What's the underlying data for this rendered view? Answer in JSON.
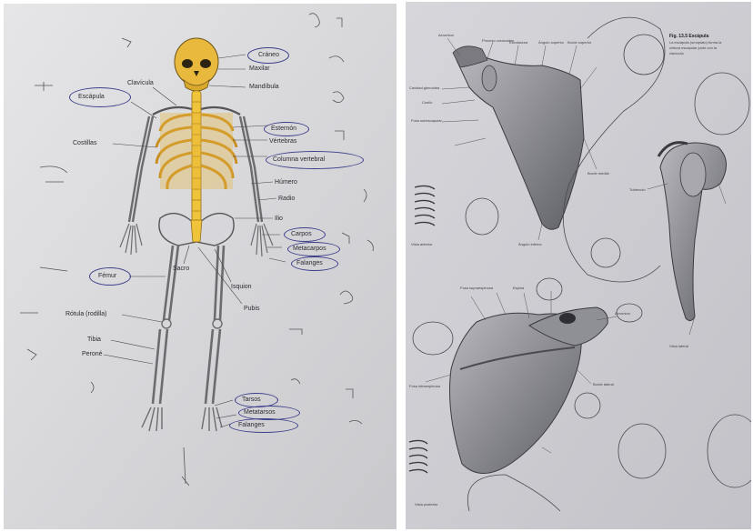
{
  "colors": {
    "paper_left": "#d9d9dc",
    "paper_right": "#cfcfd4",
    "skeleton_axial": "#e3b53a",
    "pen_blue": "#3d3f8a",
    "scapula_shade": "#8a8a90"
  },
  "left_sheet": {
    "labels": {
      "craneo": "Cráneo",
      "maxilar": "Maxilar",
      "mandibula": "Mandíbula",
      "clavicula": "Clavícula",
      "escapula": "Escápula",
      "costillas": "Costillas",
      "esternon": "Esternón",
      "vertebras": "Vértebras",
      "columna": "Columna vertebral",
      "humero": "Húmero",
      "radio": "Radio",
      "ilio": "Ilio",
      "carpos": "Carpos",
      "metacarpos": "Metacarpos",
      "falanges_mano": "Falanges",
      "femur": "Fémur",
      "sacro": "Sacro",
      "isquion": "Isquion",
      "pubis": "Pubis",
      "rotula": "Rótula (rodilla)",
      "tibia": "Tibia",
      "perone": "Peroné",
      "tarsos": "Tarsos",
      "metatarsos": "Metatarsos",
      "falanges_pie": "Falanges"
    }
  },
  "right_sheet": {
    "figure_title": "Fig. 13.5 Escápula",
    "figure_caption_lines": [
      "La escápula (omóplato) forma la",
      "cintura escapular junto con la",
      "clavícula"
    ],
    "labels": {
      "acromion": "Acromion",
      "proceso": "Proceso coracoides",
      "escotadura": "Escotadura",
      "angulo_sup": "Ángulo superior",
      "borde_sup": "Borde superior",
      "fosa_sub": "Fosa subescapular",
      "cavidad": "Cavidad glenoidea",
      "cuello": "Cuello",
      "borde_medial": "Borde medial",
      "borde_lateral": "Borde lateral",
      "angulo_inf": "Ángulo inferior",
      "espina": "Espina",
      "fosa_supra": "Fosa supraespinosa",
      "fosa_infra": "Fosa infraespinosa",
      "tuberculo": "Tubérculo",
      "vista_anterior": "Vista anterior",
      "vista_posterior": "Vista posterior",
      "vista_lateral": "Vista lateral"
    }
  }
}
